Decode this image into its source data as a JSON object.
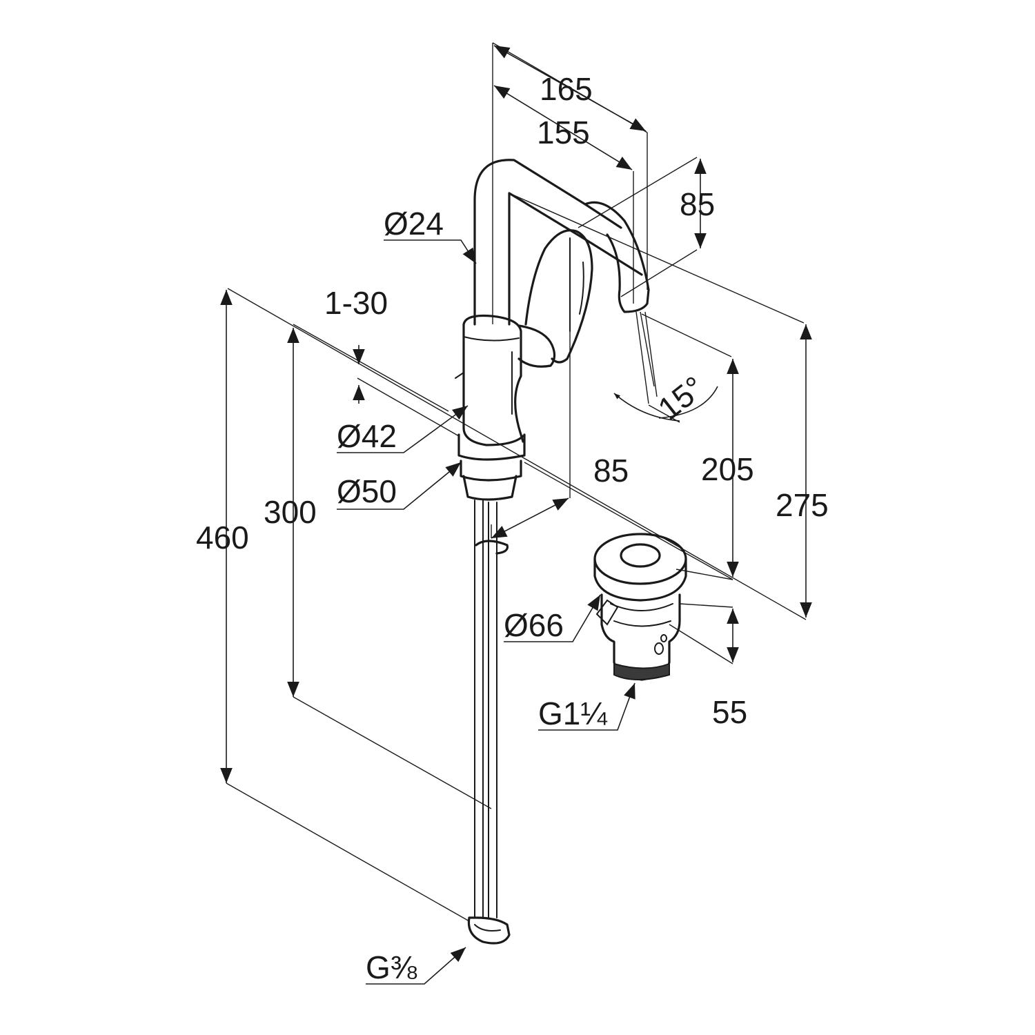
{
  "dimensions": {
    "d165": "165",
    "d155": "155",
    "d85_top": "85",
    "d24": "Ø24",
    "d1_30": "1-30",
    "d42": "Ø42",
    "d50": "Ø50",
    "d85_mid": "85",
    "d205": "205",
    "d275": "275",
    "d300": "300",
    "d460": "460",
    "d66": "Ø66",
    "d55": "55",
    "angle15": "15°",
    "g114": "G1¼",
    "g38": "G⅜"
  }
}
